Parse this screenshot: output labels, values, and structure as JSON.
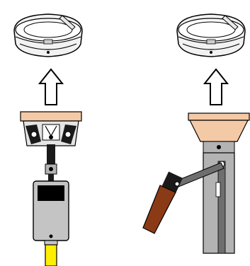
{
  "diagram": {
    "panels": [
      {
        "id": "left",
        "detector": "smoke-detector",
        "arrow": "up-arrow",
        "tool": "detector-removal-tool-with-battery-handle"
      },
      {
        "id": "right",
        "detector": "smoke-detector",
        "arrow": "up-arrow",
        "tool": "detector-removal-tool-on-pole-with-lever"
      }
    ],
    "colors": {
      "outline": "#000000",
      "detector_body": "#f2f2f2",
      "detector_shade": "#cfcfcf",
      "cup": "#f4c9a6",
      "pole": "#b3b3b3",
      "pole_dark": "#6e6e6e",
      "lever_handle": "#8b3a16",
      "cable": "#ffee00",
      "battery_body": "#c4c4c4",
      "battery_window": "#000000"
    }
  }
}
